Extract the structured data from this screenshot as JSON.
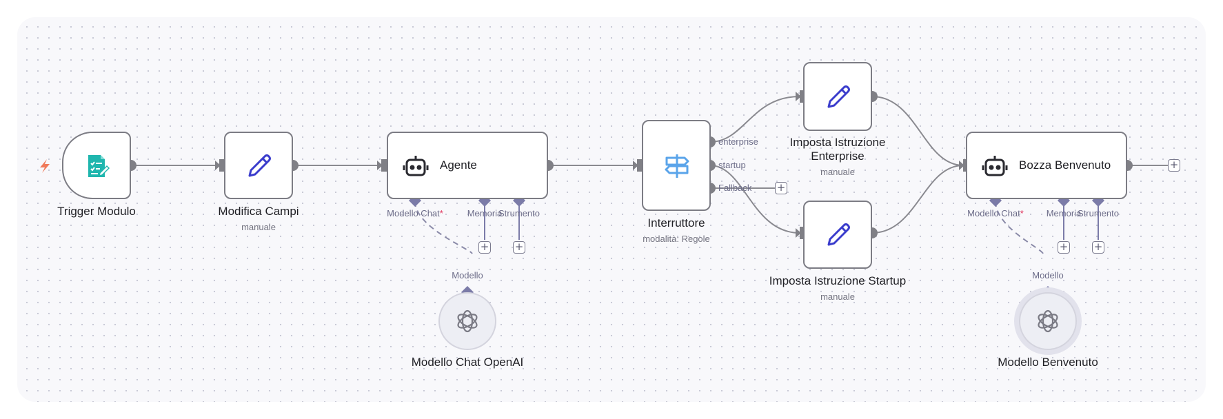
{
  "nodes": {
    "trigger": {
      "title": "Trigger Modulo"
    },
    "edit_fields": {
      "title": "Modifica Campi",
      "subtitle": "manuale"
    },
    "agent": {
      "title": "Agente",
      "ports": {
        "chat_model": "Modello Chat",
        "memory": "Memoria",
        "tool": "Strumento"
      }
    },
    "openai_model": {
      "title": "Modello Chat OpenAI",
      "port": "Modello"
    },
    "switch": {
      "title": "Interruttore",
      "subtitle": "modalità: Regole",
      "outputs": {
        "enterprise": "enterprise",
        "startup": "startup",
        "fallback": "Fallback"
      }
    },
    "set_enterprise": {
      "title": "Imposta Istruzione Enterprise",
      "subtitle": "manuale"
    },
    "set_startup": {
      "title": "Imposta Istruzione Startup",
      "subtitle": "manuale"
    },
    "welcome_draft": {
      "title": "Bozza Benvenuto",
      "ports": {
        "chat_model": "Modello Chat",
        "memory": "Memoria",
        "tool": "Strumento"
      }
    },
    "welcome_model": {
      "title": "Modello Benvenuto",
      "port": "Modello"
    }
  },
  "required_marker": "*",
  "plus_symbol": "+",
  "colors": {
    "edge": "#8a8a90",
    "port": "#7b7ba8",
    "pencil": "#3a3ccc",
    "form": "#1fb6ae",
    "signpost": "#5aa4ea",
    "trigger_bolt": "#f07a5a"
  },
  "icons": {
    "trigger": "form-icon",
    "edit": "pencil-icon",
    "agent": "robot-icon",
    "switch": "signpost-icon",
    "model": "openai-icon",
    "bolt": "lightning-icon"
  }
}
